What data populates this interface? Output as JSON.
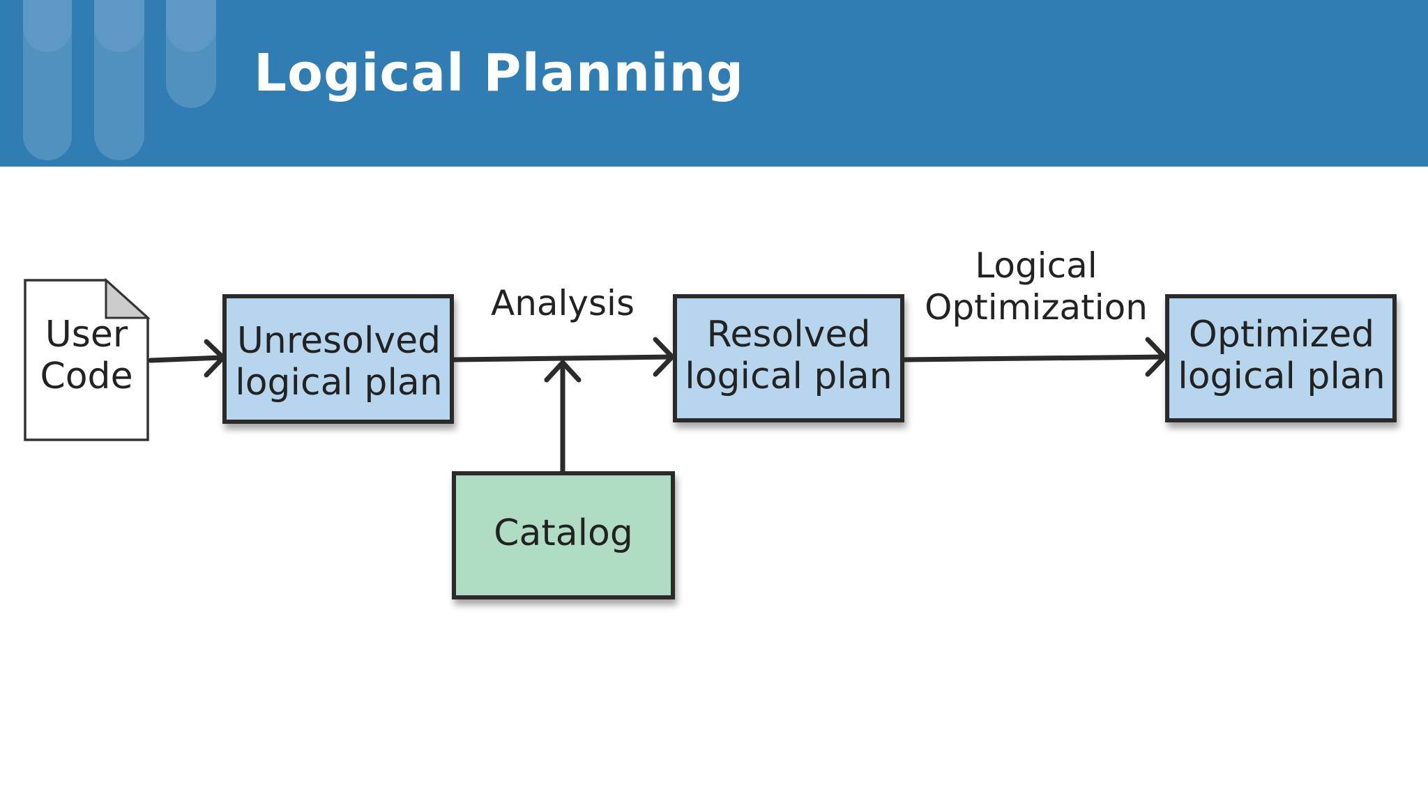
{
  "slide": {
    "title": "Logical Planning",
    "header_color": "#2f7db3"
  },
  "diagram": {
    "nodes": {
      "user_code": {
        "line1": "User",
        "line2": "Code",
        "fill": "#ffffff"
      },
      "unresolved": {
        "line1": "Unresolved",
        "line2": "logical plan",
        "fill": "#b7d6ee"
      },
      "resolved": {
        "line1": "Resolved",
        "line2": "logical plan",
        "fill": "#b7d6ee"
      },
      "optimized": {
        "line1": "Optimized",
        "line2": "logical plan",
        "fill": "#b7d6ee"
      },
      "catalog": {
        "label": "Catalog",
        "fill": "#b1dcc4"
      }
    },
    "edges": {
      "analysis": {
        "label": "Analysis"
      },
      "logical_optimization": {
        "line1": "Logical",
        "line2": "Optimization"
      }
    }
  }
}
